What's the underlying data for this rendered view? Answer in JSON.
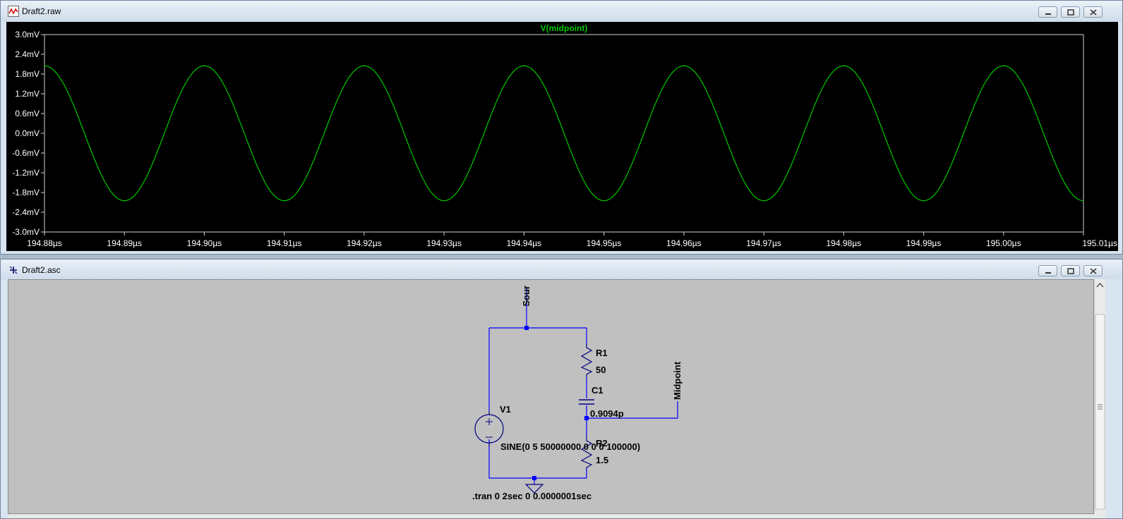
{
  "plot_window": {
    "title": "Draft2.raw",
    "icon": "waveform-icon",
    "trace_label": "V(midpoint)"
  },
  "schematic_window": {
    "title": "Draft2.asc",
    "icon": "schematic-cursor-icon",
    "labels": {
      "source_net": "Sour",
      "midpoint_net": "Midpoint",
      "r1_name": "R1",
      "r1_value": "50",
      "c1_name": "C1",
      "c1_value": "0.9094p",
      "r2_name": "R2",
      "r2_value": "1.5",
      "v1_name": "V1",
      "v1_value": "SINE(0 5 50000000 0 0 0 100000)",
      "directive": ".tran 0 2sec 0 0.0000001sec"
    }
  },
  "colors": {
    "trace": "#00c800",
    "plot_bg": "#000000",
    "axis_text": "#ffffff",
    "wire": "#0000ff",
    "component": "#000080",
    "schematic_bg": "#c0c0c0"
  },
  "chart_data": {
    "type": "line",
    "title": "V(midpoint)",
    "xlabel": "",
    "ylabel": "",
    "x_unit": "µs",
    "y_unit": "mV",
    "xlim": [
      194.88,
      195.01
    ],
    "ylim": [
      -3.0,
      3.0
    ],
    "x_ticks": [
      "194.88µs",
      "194.89µs",
      "194.90µs",
      "194.91µs",
      "194.92µs",
      "194.93µs",
      "194.94µs",
      "194.95µs",
      "194.96µs",
      "194.97µs",
      "194.98µs",
      "194.99µs",
      "195.00µs",
      "195.01µs"
    ],
    "y_ticks": [
      "3.0mV",
      "2.4mV",
      "1.8mV",
      "1.2mV",
      "0.6mV",
      "0.0mV",
      "-0.6mV",
      "-1.2mV",
      "-1.8mV",
      "-2.4mV",
      "-3.0mV"
    ],
    "series": [
      {
        "name": "V(midpoint)",
        "color": "#00c800",
        "x": [
          194.88,
          194.885,
          194.89,
          194.895,
          194.9,
          194.905,
          194.91,
          194.915,
          194.92,
          194.925,
          194.93,
          194.935,
          194.94,
          194.945,
          194.95,
          194.955,
          194.96,
          194.965,
          194.97,
          194.975,
          194.98,
          194.985,
          194.99,
          194.995,
          195.0,
          195.005,
          195.01
        ],
        "y": [
          2.05,
          0.0,
          -2.05,
          0.0,
          2.05,
          0.0,
          -2.05,
          0.0,
          2.05,
          0.0,
          -2.05,
          0.0,
          2.05,
          0.0,
          -2.05,
          0.0,
          2.05,
          0.0,
          -2.05,
          0.0,
          2.05,
          0.0,
          -2.05,
          0.0,
          2.05,
          0.0,
          -2.05
        ]
      }
    ],
    "grid": false,
    "legend": "top-center"
  }
}
